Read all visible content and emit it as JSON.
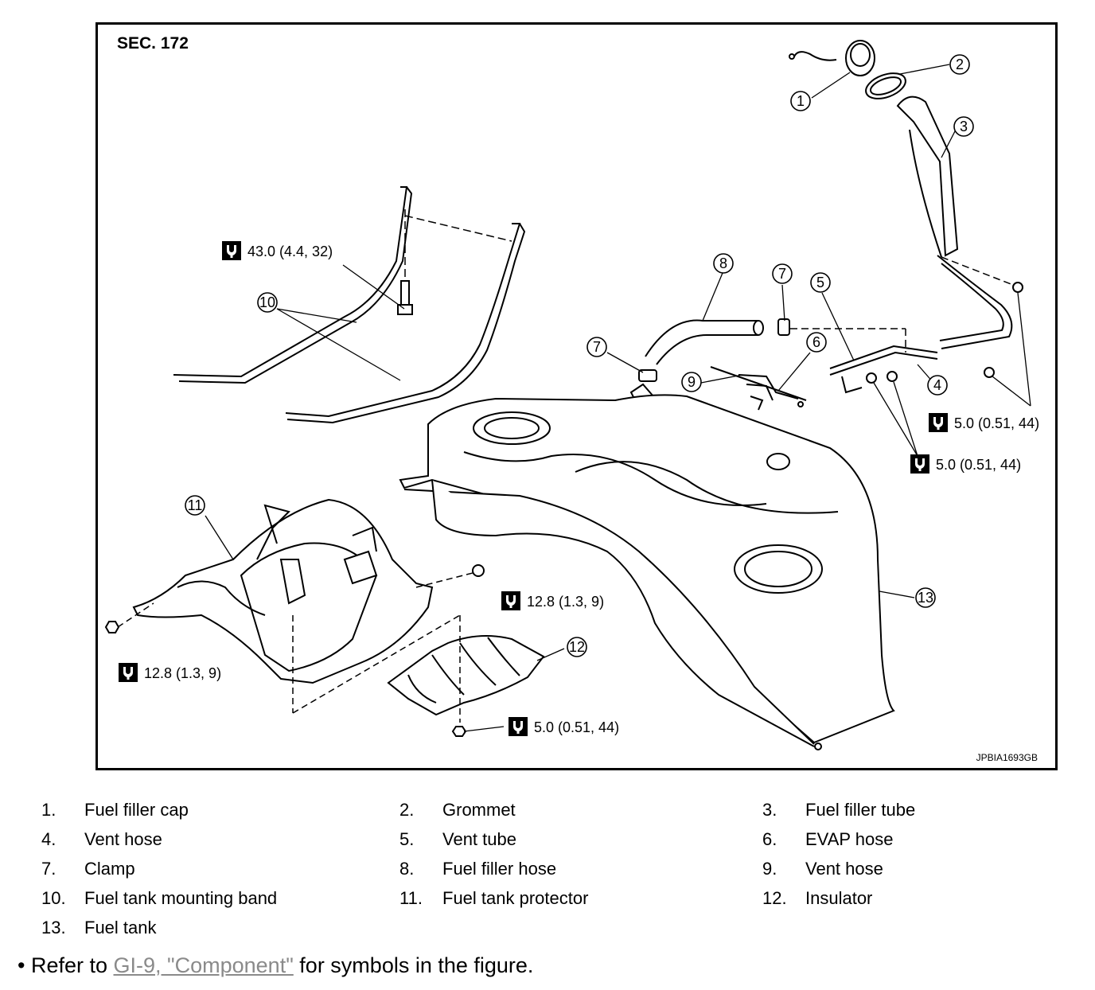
{
  "diagram": {
    "section_label": "SEC. 172",
    "image_code": "JPBIA1693GB",
    "callouts": [
      "1",
      "2",
      "3",
      "4",
      "5",
      "6",
      "7",
      "7",
      "8",
      "9",
      "10",
      "11",
      "12",
      "13"
    ],
    "torque_specs": [
      "43.0 (4.4, 32)",
      "5.0 (0.51, 44)",
      "5.0 (0.51, 44)",
      "12.8 (1.3, 9)",
      "12.8 (1.3, 9)",
      "5.0 (0.51, 44)"
    ]
  },
  "legend": [
    {
      "num": "1.",
      "label": "Fuel filler cap"
    },
    {
      "num": "2.",
      "label": "Grommet"
    },
    {
      "num": "3.",
      "label": "Fuel filler tube"
    },
    {
      "num": "4.",
      "label": "Vent hose"
    },
    {
      "num": "5.",
      "label": "Vent tube"
    },
    {
      "num": "6.",
      "label": "EVAP hose"
    },
    {
      "num": "7.",
      "label": "Clamp"
    },
    {
      "num": "8.",
      "label": "Fuel filler hose"
    },
    {
      "num": "9.",
      "label": "Vent hose"
    },
    {
      "num": "10.",
      "label": "Fuel tank mounting band"
    },
    {
      "num": "11.",
      "label": "Fuel tank protector"
    },
    {
      "num": "12.",
      "label": "Insulator"
    },
    {
      "num": "13.",
      "label": "Fuel tank"
    }
  ],
  "note": {
    "bullet": "•",
    "prefix": "Refer to ",
    "link_text": "GI-9, \"Component\"",
    "suffix": " for symbols in the figure."
  }
}
